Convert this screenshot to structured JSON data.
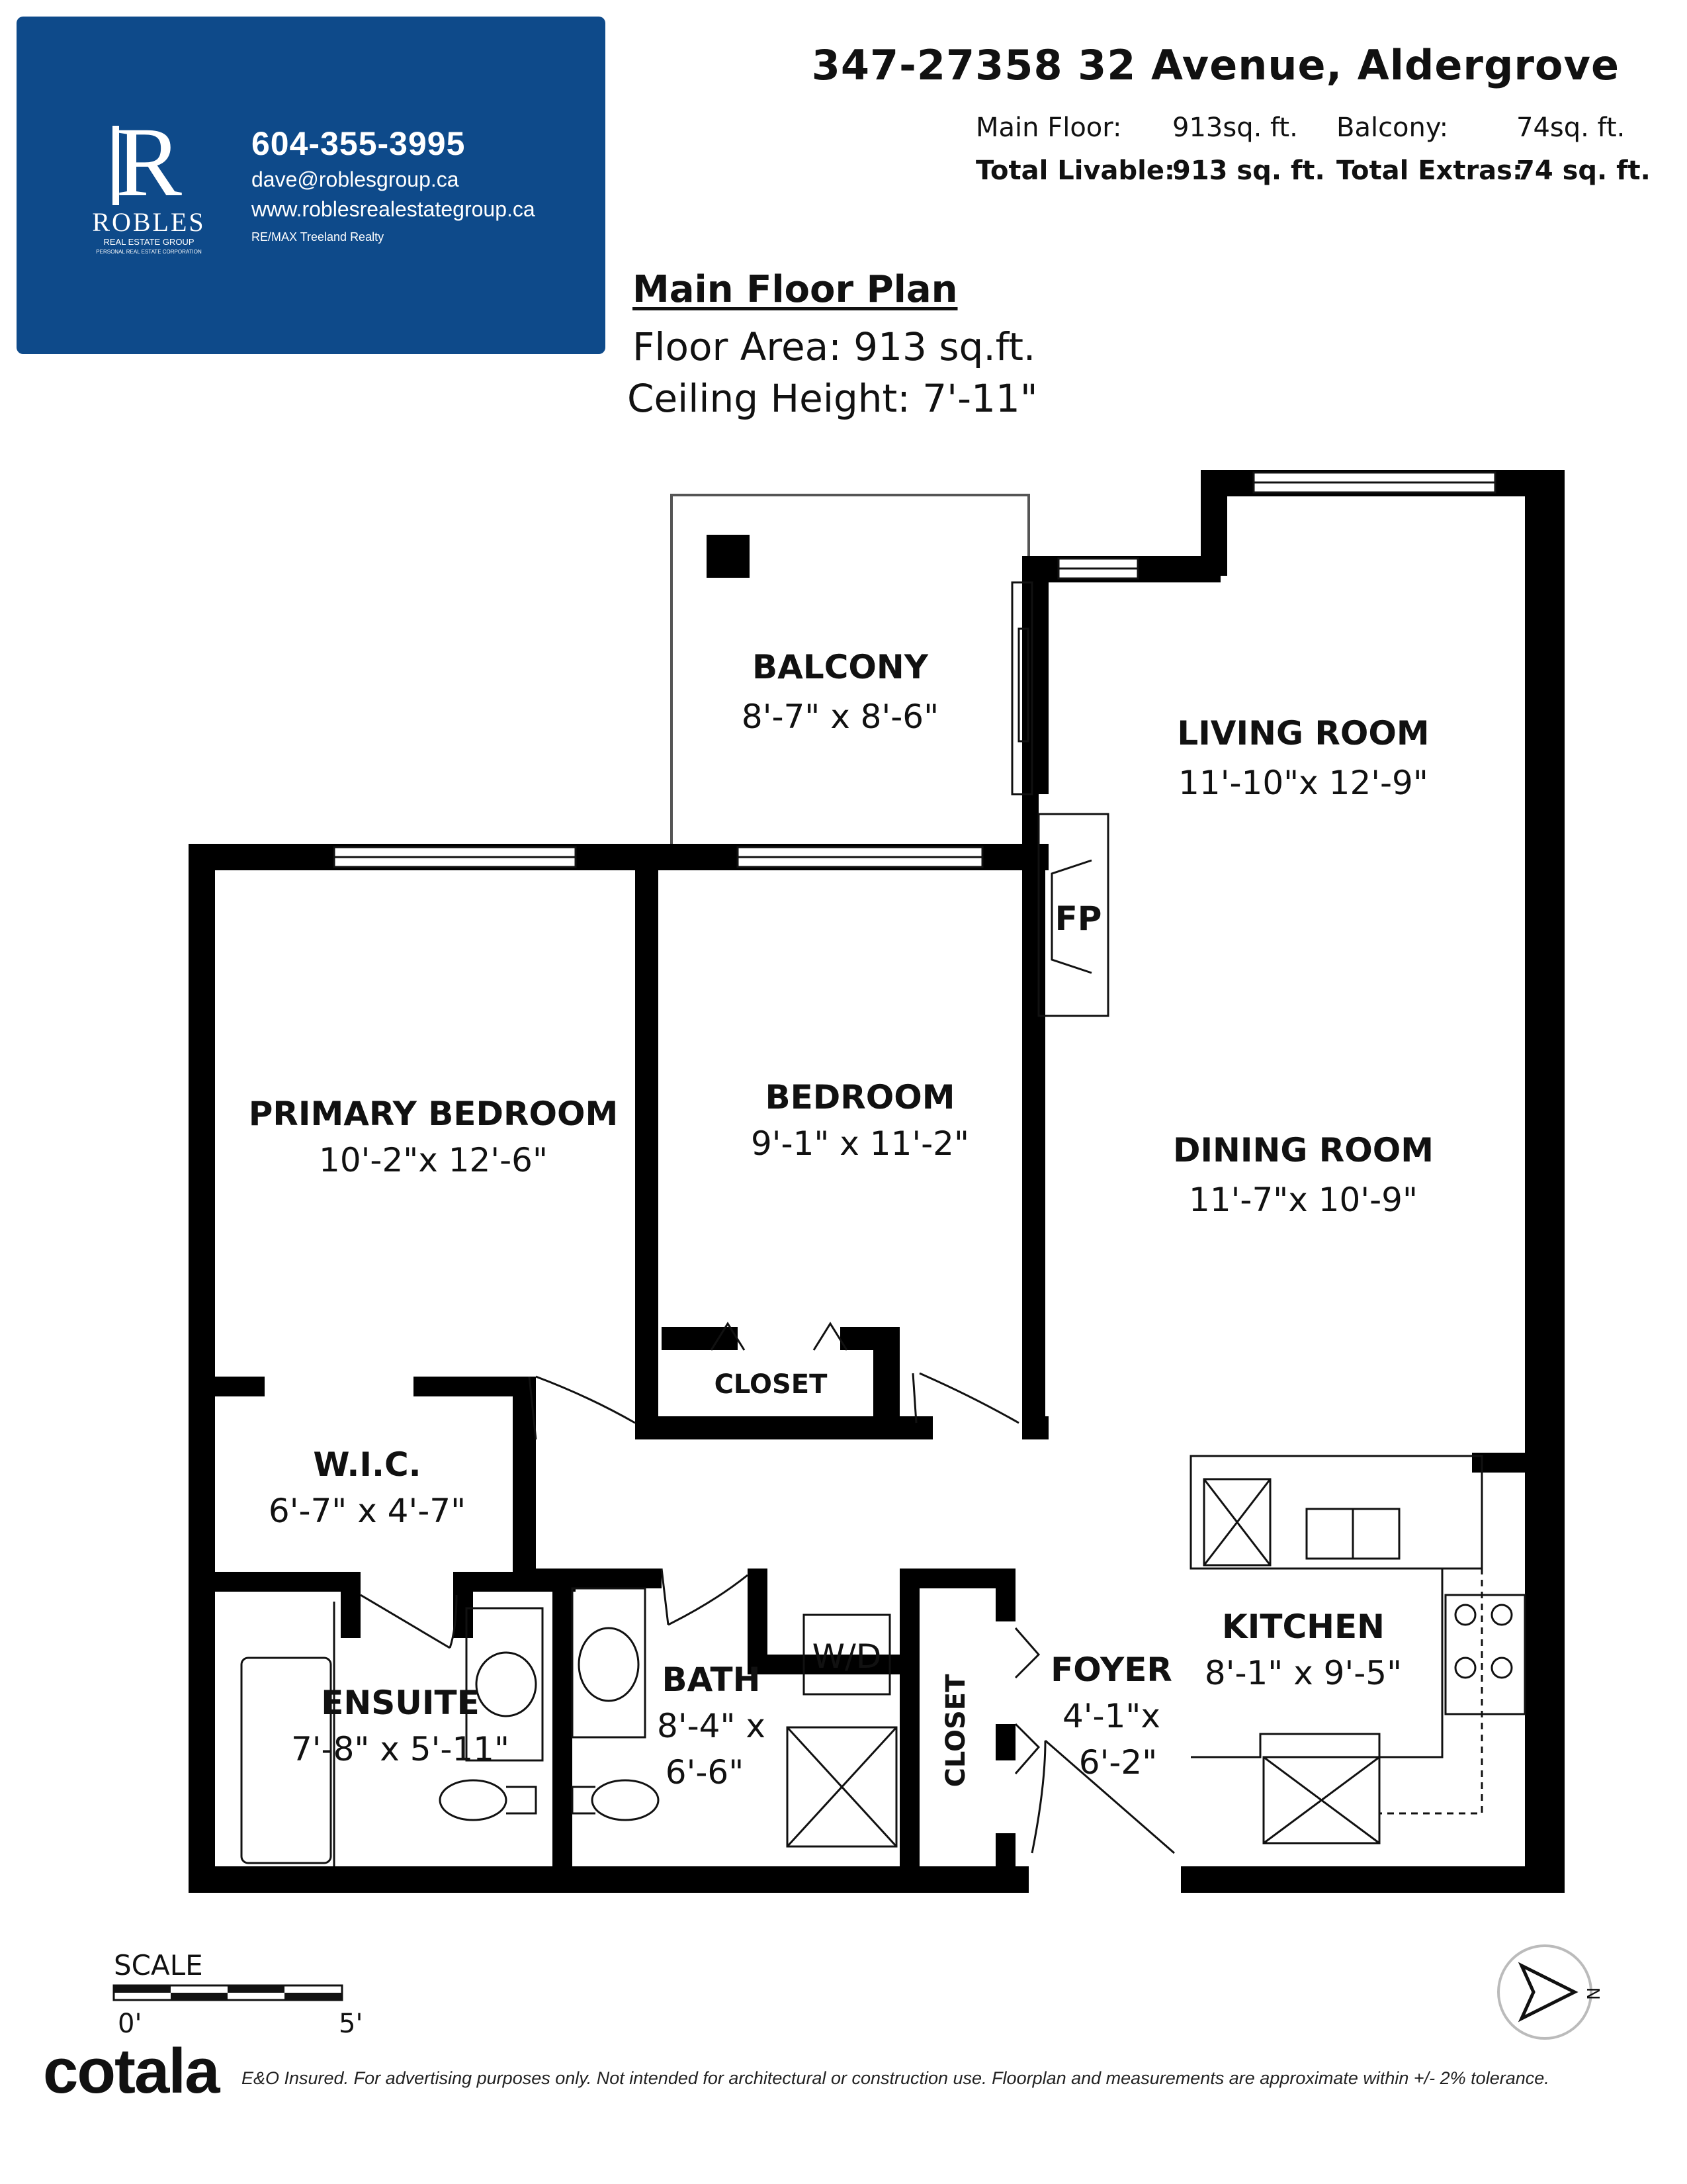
{
  "brand": {
    "phone": "604-355-3995",
    "email": "dave@roblesgroup.ca",
    "website": "www.roblesrealestategroup.ca",
    "office": "RE/MAX Treeland Realty",
    "logo_letter": "R",
    "logo_name": "ROBLES",
    "logo_subtitle": "REAL ESTATE GROUP",
    "logo_subtitle2": "PERSONAL REAL ESTATE CORPORATION",
    "color": "#0e4a8a"
  },
  "header": {
    "address": "347-27358 32 Avenue, Aldergrove",
    "areas": [
      {
        "label": "Main Floor:",
        "value": "913sq. ft."
      },
      {
        "label": "Balcony:",
        "value": "74sq. ft."
      },
      {
        "label": "Total Livable:",
        "value": "913 sq. ft."
      },
      {
        "label": "Total Extras:",
        "value": "74 sq. ft."
      }
    ]
  },
  "plan": {
    "title": "Main Floor Plan",
    "floor_area": "Floor Area: 913 sq.ft.",
    "ceiling_height": "Ceiling Height: 7'-11\""
  },
  "rooms": {
    "balcony": {
      "name": "BALCONY",
      "dims": "8'-7\" x 8'-6\""
    },
    "living": {
      "name": "LIVING ROOM",
      "dims": "11'-10\"x 12'-9\""
    },
    "primary": {
      "name": "PRIMARY BEDROOM",
      "dims": "10'-2\"x 12'-6\""
    },
    "bedroom": {
      "name": "BEDROOM",
      "dims": "9'-1\" x 11'-2\""
    },
    "dining": {
      "name": "DINING ROOM",
      "dims": "11'-7\"x 10'-9\""
    },
    "closet1": {
      "name": "CLOSET"
    },
    "wic": {
      "name": "W.I.C.",
      "dims": "6'-7\" x 4'-7\""
    },
    "ensuite": {
      "name": "ENSUITE",
      "dims": "7'-8\" x 5'-11\""
    },
    "bath": {
      "name": "BATH",
      "dims1": "8'-4\" x",
      "dims2": "6'-6\""
    },
    "wd": {
      "name": "W/D"
    },
    "closet2": {
      "name": "CLOSET"
    },
    "foyer": {
      "name": "FOYER",
      "dims1": "4'-1\"x",
      "dims2": "6'-2\""
    },
    "kitchen": {
      "name": "KITCHEN",
      "dims": "8'-1\" x 9'-5\""
    },
    "fp": {
      "name": "FP"
    }
  },
  "scale": {
    "label": "SCALE",
    "start": "0'",
    "end": "5'"
  },
  "compass": {
    "label": "N"
  },
  "footer": {
    "logo": "cotala",
    "disclaimer": "E&O Insured. For advertising purposes only. Not intended for architectural or construction use. Floorplan and measurements are approximate within +/- 2% tolerance."
  }
}
